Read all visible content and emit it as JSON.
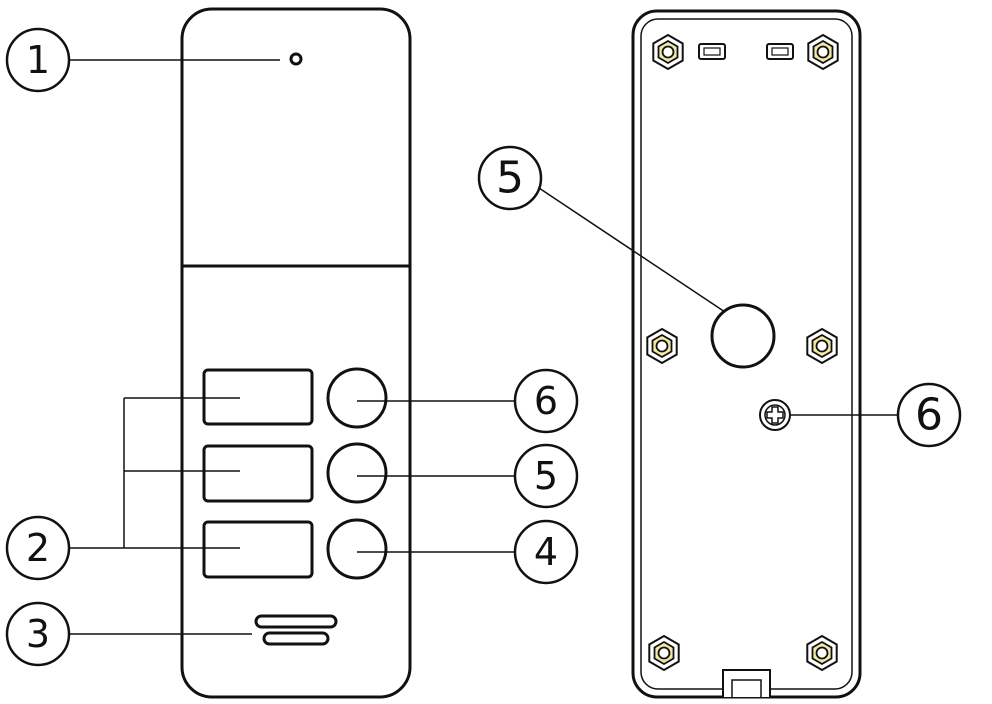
{
  "colors": {
    "line": "#111111",
    "panel_fill": "#ffffff",
    "screw_fill": "#f3e9a6",
    "background": "#ffffff"
  },
  "front_view": {
    "callouts": [
      {
        "id": "c1",
        "label": "1",
        "target": "camera-lens"
      },
      {
        "id": "c2",
        "label": "2",
        "target": "name-plates"
      },
      {
        "id": "c3",
        "label": "3",
        "target": "speaker-grille"
      },
      {
        "id": "c4",
        "label": "4",
        "target": "call-button-3"
      },
      {
        "id": "c5",
        "label": "5",
        "target": "call-button-2"
      },
      {
        "id": "c6",
        "label": "6",
        "target": "call-button-1"
      }
    ]
  },
  "rear_view": {
    "callouts": [
      {
        "id": "r5",
        "label": "5",
        "target": "cable-hole"
      },
      {
        "id": "r6",
        "label": "6",
        "target": "center-screw"
      }
    ]
  },
  "icons": [
    "mounting-screw-icon",
    "phillips-screw-icon"
  ]
}
